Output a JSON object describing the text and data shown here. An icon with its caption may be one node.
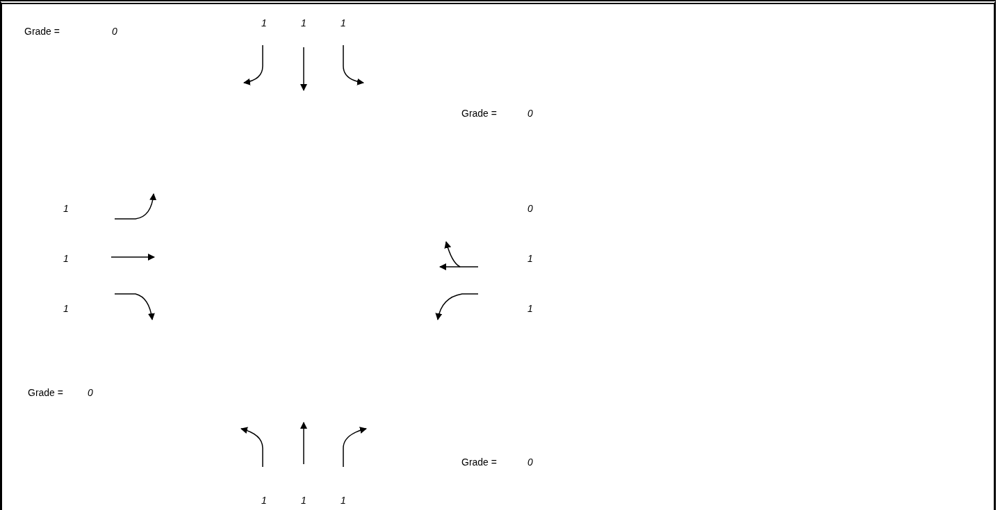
{
  "diagram": {
    "labels": [
      "1",
      "1",
      "1",
      "Grade =",
      "0",
      "Grade =",
      "0",
      "1",
      "0",
      "1",
      "1",
      "1",
      "1",
      "Grade =",
      "0",
      "Grade =",
      "0",
      "1",
      "1",
      "1"
    ]
  }
}
